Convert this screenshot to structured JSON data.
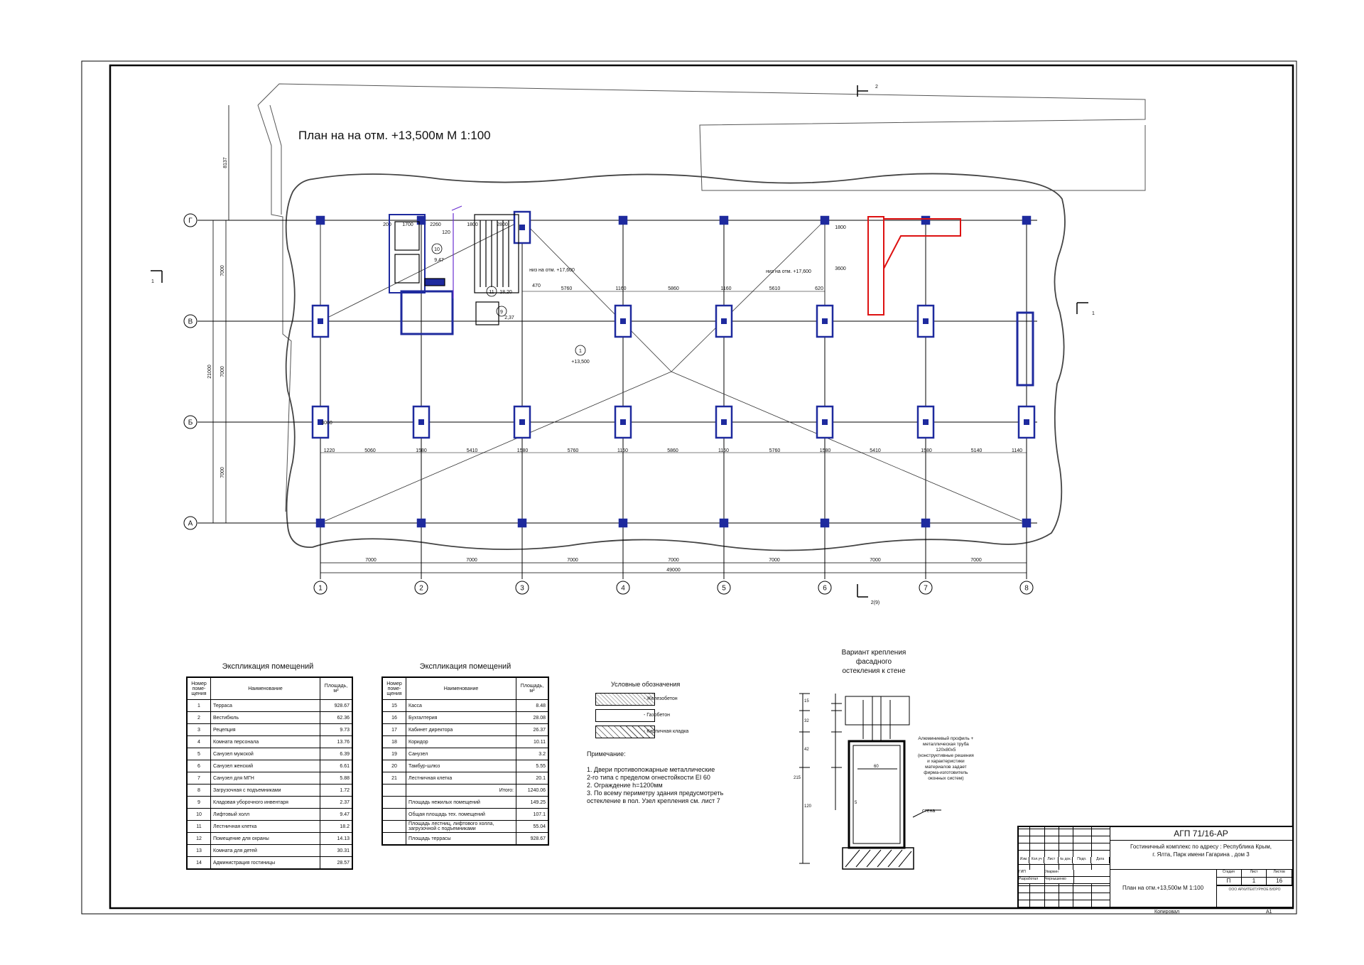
{
  "plan": {
    "title": "План на на отм. +13,500м  М 1:100",
    "axes_rows": [
      "Г",
      "В",
      "Б",
      "А"
    ],
    "axes_cols": [
      "1",
      "2",
      "3",
      "4",
      "5",
      "6",
      "7",
      "8"
    ],
    "dims_bottom": [
      "7000",
      "7000",
      "7000",
      "7000",
      "7000",
      "7000",
      "7000"
    ],
    "dim_total": "49000",
    "dims_left": [
      "7000",
      "7000",
      "7000"
    ],
    "dim_left_total": "21000",
    "dim_top": "8137",
    "dims_row_b": [
      "1220",
      "5060",
      "1580",
      "5410",
      "1580",
      "5760",
      "1160",
      "5860",
      "1160",
      "5760",
      "1580",
      "5410",
      "1580",
      "5140",
      "1140"
    ],
    "dims_row_v": [
      "5760",
      "1160",
      "5860",
      "1160",
      "5610",
      "620"
    ],
    "misc_labels": [
      "низ на отм. +17,600",
      "низ на отм. +17,600",
      "+13,500",
      "9,47",
      "18,20",
      "2,37",
      "470",
      "1800",
      "1700",
      "2260",
      "120",
      "2800",
      "3060",
      "1800",
      "3600",
      "200"
    ],
    "room_tags": [
      "1",
      "10",
      "11",
      "9"
    ],
    "section_marks": [
      "1",
      "1",
      "2",
      "2(9)"
    ]
  },
  "explication_1": {
    "title": "Экспликация помещений",
    "headers": [
      "Номер поме-щения",
      "Наименование",
      "Площадь, м²"
    ],
    "rows": [
      [
        "1",
        "Терраса",
        "928.67"
      ],
      [
        "2",
        "Вестибюль",
        "62.36"
      ],
      [
        "3",
        "Рецепция",
        "9.73"
      ],
      [
        "4",
        "Комната персонала",
        "13.76"
      ],
      [
        "5",
        "Санузел мужской",
        "6.39"
      ],
      [
        "6",
        "Санузел женский",
        "6.61"
      ],
      [
        "7",
        "Санузел для МГН",
        "5.88"
      ],
      [
        "8",
        "Загрузочная с подъемниками",
        "1.72"
      ],
      [
        "9",
        "Кладовая уборочного инвентаря",
        "2.37"
      ],
      [
        "10",
        "Лифтовый холл",
        "9.47"
      ],
      [
        "11",
        "Лестничная клетка",
        "18.2"
      ],
      [
        "12",
        "Помещение для охраны",
        "14.13"
      ],
      [
        "13",
        "Комната для детей",
        "30.31"
      ],
      [
        "14",
        "Администрация гостиницы",
        "28.57"
      ]
    ]
  },
  "explication_2": {
    "title": "Экспликация помещений",
    "headers": [
      "Номер поме-щения",
      "Наименование",
      "Площадь, м²"
    ],
    "rows": [
      [
        "15",
        "Касса",
        "8.48"
      ],
      [
        "16",
        "Бухгалтерия",
        "28.08"
      ],
      [
        "17",
        "Кабинет директора",
        "26.37"
      ],
      [
        "18",
        "Коридор",
        "10.11"
      ],
      [
        "19",
        "Санузел",
        "3.2"
      ],
      [
        "20",
        "Тамбур-шлюз",
        "5.55"
      ],
      [
        "21",
        "Лестничная клетка",
        "20.1"
      ],
      [
        "",
        "Итого:",
        "1240.06"
      ],
      [
        "",
        "Площадь нежилых помещений",
        "149.25"
      ],
      [
        "",
        "Общая площадь тех. помещений",
        "107.1"
      ],
      [
        "",
        "Площадь лестниц, лифтового холла, загрузочной с подъемниками",
        "55.04"
      ],
      [
        "",
        "Площадь террасы",
        "928.67"
      ]
    ]
  },
  "legend": {
    "title": "Условные обозначения",
    "items": [
      "- Железобетон",
      "- Газобетон",
      "- Кирпичная кладка"
    ]
  },
  "notes": {
    "title": "Примечание:",
    "text": "1. Двери противопожарные металлические\n2-го типа с пределом огнестойкости EI 60\n2. Ограждение h=1200мм\n3. По всему периметру здания предусмотреть\nостекление в пол. Узел крепления см. лист 7"
  },
  "detail": {
    "title": "Вариант крепления\nфасадного\nостекления к стене",
    "dims": [
      "15",
      "32",
      "42",
      "215",
      "120",
      "60",
      "5"
    ],
    "callout": "Алюминиевый профиль +\nметаллическая труба\n120х80х5\n(конструктивные решения\nи характеристики\nматериалов задает\nфирма-изготовитель\nоконных систем)",
    "wall_label": "стена"
  },
  "stamp": {
    "code": "АГП 71/16-АР",
    "project": "Гостиничный комплекс по адресу : Республика Крым,\nг. Ялта, Парк имени Гагарина , дом 3",
    "sheet_title": "План на отм.+13,500м  М 1:100",
    "cols": [
      "Изм.",
      "Кол.уч",
      "Лист",
      "№ док.",
      "Подп.",
      "Дата"
    ],
    "roles": [
      [
        "ГИП",
        "Уваркин"
      ],
      [
        "Разработал",
        "Чернышенко"
      ]
    ],
    "stage_hdr": [
      "Стадия",
      "Лист",
      "Листов"
    ],
    "stage_val": [
      "П",
      "1",
      "16"
    ],
    "copied": "Копировал",
    "format": "А1",
    "logo": "ООО АРХИТЕКТУРНОЕ БЮРО"
  }
}
